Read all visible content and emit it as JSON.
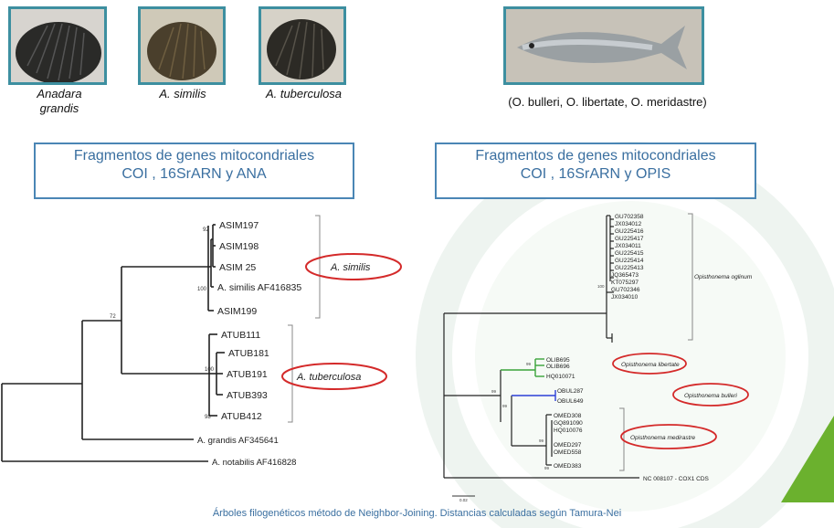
{
  "species_photos": [
    {
      "caption_lines": [
        "Anadara",
        "grandis"
      ]
    },
    {
      "caption_lines": [
        "A. similis"
      ]
    },
    {
      "caption_lines": [
        "A. tuberculosa"
      ]
    }
  ],
  "fish_caption": "(O. bulleri, O. libertate, O. meridastre)",
  "left_box": {
    "line1": "Fragmentos de  genes mitocondriales",
    "line2": "COI , 16SrARN y  ANA"
  },
  "right_box": {
    "line1": "Fragmentos de  genes mitocondriales",
    "line2": "COI , 16SrARN y OPIS"
  },
  "left_tree": {
    "leaves": [
      "ASIM197",
      "ASIM198",
      "ASIM 25",
      "A. similis AF416835",
      "ASIM199",
      "ATUB111",
      "ATUB181",
      "ATUB191",
      "ATUB393",
      "ATUB412",
      "A. grandis AF345641",
      "A. notabilis AF416828"
    ],
    "bootstrap": [
      "92",
      "100",
      "72",
      "100",
      "98"
    ],
    "clade_labels": [
      "A. similis",
      "A. tuberculosa"
    ]
  },
  "right_tree": {
    "leaves": [
      "GU702358",
      "JX034012",
      "GU225416",
      "GU225417",
      "JX034011",
      "GU225415",
      "GU225414",
      "GU225413",
      "JQ365473",
      "KT075297",
      "GU702346",
      "JX034010",
      "OLIB695",
      "OLIB696",
      "HQ010071",
      "OBUL287",
      "OBUL649",
      "OMED308",
      "GQ891090",
      "HQ010076",
      "OMED297",
      "OMED558",
      "OMED383",
      "NC 008107 - COX1 CDS"
    ],
    "clade_labels": [
      "Opisthonema oglinum",
      "Opisthonema libertate",
      "Opisthonema bulleri",
      "Opisthonema medirastre"
    ],
    "bootstrap": [
      "100",
      "99",
      "99",
      "99",
      "99",
      "99"
    ],
    "scale_label": "0.02"
  },
  "footer": "Árboles filogenéticos método de Neighbor-Joining.  Distancias calculadas según Tamura-Nei",
  "colors": {
    "accent": "#3d8fa0",
    "box_border": "#4a86b5",
    "title_text": "#3a6fa0",
    "highlight": "#d42a2a",
    "green_branch": "#3aa33a",
    "blue_branch": "#2b3fd6",
    "corner_green": "#6bb12e"
  }
}
